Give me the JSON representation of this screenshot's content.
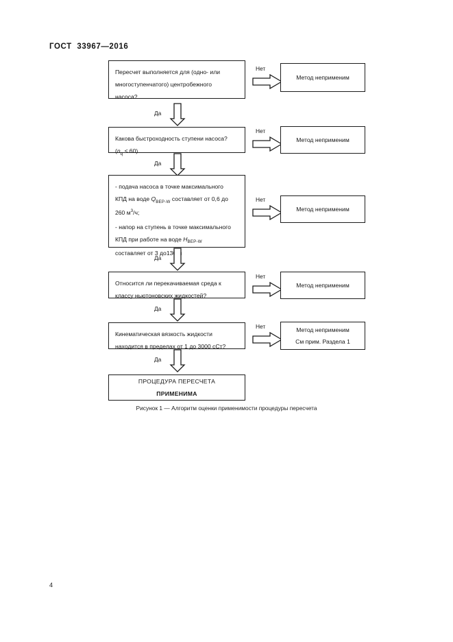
{
  "header": {
    "standard_title": "ГОСТ  33967—2016"
  },
  "page_number": "4",
  "figure": {
    "caption": "Рисунок 1 — Алгоритм оценки применимости процедуры пересчета"
  },
  "edge_labels": {
    "yes": "Да",
    "no": "Нет"
  },
  "decisions": [
    {
      "id": "decision-pump-type",
      "lines": [
        "Пересчет выполняется для (одно- или",
        "многоступенчатого) центробежного",
        "насоса?"
      ]
    },
    {
      "id": "decision-specific-speed",
      "lines": [
        "Какова быстроходность ступени насоса?"
      ],
      "formula_prefix": "(",
      "formula_var": "n",
      "formula_sub": "q",
      "formula_suffix": " ≤ 60)"
    },
    {
      "id": "decision-flow-head-range",
      "lines_part1": [
        "- подача насоса в точке максимального"
      ],
      "q_line_prefix": "КПД на воде ",
      "q_var": "Q",
      "q_sub": "BEP-W",
      "q_line_suffix": "  составляет от 0,6 до",
      "q_value_line_prefix": "260 м",
      "q_value_sup": "3",
      "q_value_line_suffix": "/ч;",
      "lines_part2": [
        "- напор на ступень в точке максимального"
      ],
      "h_line_prefix": "КПД при работе на воде ",
      "h_var": "H",
      "h_sub": "BEP-W",
      "h_value_line": "составляет от 3 до130 м"
    },
    {
      "id": "decision-newtonian",
      "lines": [
        "Относится ли перекачиваемая среда к",
        "классу ньютоновских жидкостей?"
      ]
    },
    {
      "id": "decision-viscosity",
      "lines": [
        "Кинематическая вязкость жидкости",
        "находится в пределах от 1 до 3000 сСт?"
      ]
    }
  ],
  "outcomes": [
    {
      "id": "outcome-1",
      "lines": [
        "Метод неприменим"
      ]
    },
    {
      "id": "outcome-2",
      "lines": [
        "Метод неприменим"
      ]
    },
    {
      "id": "outcome-3",
      "lines": [
        "Метод неприменим"
      ]
    },
    {
      "id": "outcome-4",
      "lines": [
        "Метод неприменим"
      ]
    },
    {
      "id": "outcome-5",
      "lines": [
        "Метод неприменим",
        "См  прим. Раздела 1"
      ]
    }
  ],
  "final": {
    "line1": "ПРОЦЕДУРА ПЕРЕСЧЕТА",
    "line2": "ПРИМЕНИМА"
  },
  "colors": {
    "ink": "#1b1b1b",
    "paper": "#ffffff"
  }
}
